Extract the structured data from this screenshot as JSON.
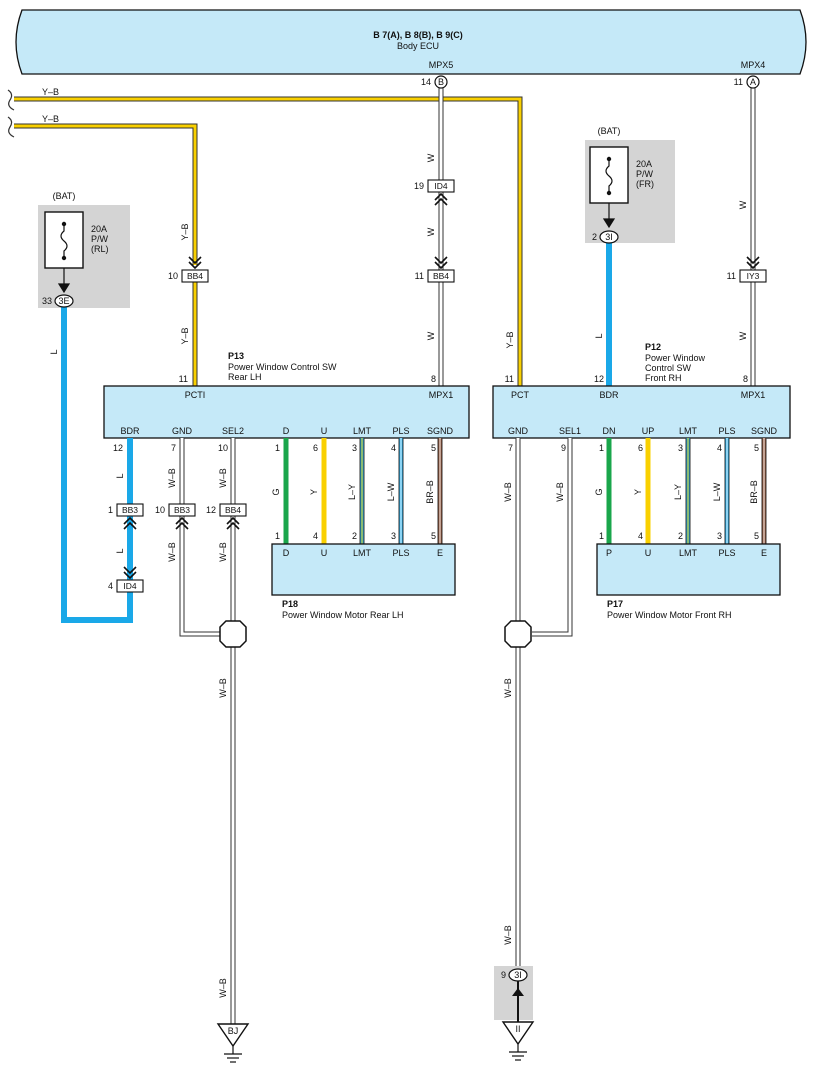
{
  "ecu": {
    "title": "B 7(A), B 8(B), B 9(C)",
    "subtitle": "Body ECU",
    "terminals": [
      {
        "name": "MPX5",
        "pin": "14",
        "connector": "B"
      },
      {
        "name": "MPX4",
        "pin": "11",
        "connector": "A"
      }
    ]
  },
  "wire_colors": {
    "Y-B": "#f9d000",
    "L": "#1aa8e8",
    "G": "#1aa64b",
    "Y": "#f9d000",
    "BR-B": "#8b4a2b",
    "W": "#ffffff",
    "W-B": "#ffffff"
  },
  "top_wires": [
    "Y–B",
    "Y–B"
  ],
  "fuses": [
    {
      "id": "fuse-rl",
      "source": "(BAT)",
      "rating": "20A",
      "name": "P/W",
      "sub": "(RL)",
      "pin": "33",
      "connector": "3E"
    },
    {
      "id": "fuse-fr",
      "source": "(BAT)",
      "rating": "20A",
      "name": "P/W",
      "sub": "(FR)",
      "pin": "2",
      "connector": "3I"
    }
  ],
  "connectors": {
    "id4_top": {
      "pin": "19",
      "label": "ID4"
    },
    "bb4_mid": {
      "pin": "11",
      "label": "BB4"
    },
    "bb4_left": {
      "pin": "10",
      "label": "BB4"
    },
    "iy3": {
      "pin": "11",
      "label": "IY3"
    },
    "bb3_a": {
      "pin": "1",
      "label": "BB3"
    },
    "id4_low": {
      "pin": "4",
      "label": "ID4"
    },
    "bb3_b": {
      "pin": "10",
      "label": "BB3"
    },
    "bb4_c": {
      "pin": "12",
      "label": "BB4"
    },
    "ground_right": {
      "pin": "9",
      "label": "3I"
    }
  },
  "wire_labels": {
    "w": "W",
    "yb": "Y–B",
    "l": "L",
    "wb": "W–B",
    "g": "G",
    "y": "Y",
    "ly": "L–Y",
    "lw": "L–W",
    "brb": "BR–B"
  },
  "p13": {
    "id": "P13",
    "name1": "Power Window Control SW",
    "name2": "Rear LH",
    "top_terminals": [
      {
        "name": "PCTI",
        "pin": "11"
      },
      {
        "name": "MPX1",
        "pin": "8"
      }
    ],
    "bottom_terminals": [
      {
        "name": "BDR",
        "pin": "12"
      },
      {
        "name": "GND",
        "pin": "7"
      },
      {
        "name": "SEL2",
        "pin": "10"
      },
      {
        "name": "D",
        "pin": "1"
      },
      {
        "name": "U",
        "pin": "6"
      },
      {
        "name": "LMT",
        "pin": "3"
      },
      {
        "name": "PLS",
        "pin": "4"
      },
      {
        "name": "SGND",
        "pin": "5"
      }
    ]
  },
  "p18": {
    "id": "P18",
    "name": "Power Window Motor Rear LH",
    "terminals": [
      {
        "name": "D",
        "pin": "1"
      },
      {
        "name": "U",
        "pin": "4"
      },
      {
        "name": "LMT",
        "pin": "2"
      },
      {
        "name": "PLS",
        "pin": "3"
      },
      {
        "name": "E",
        "pin": "5"
      }
    ]
  },
  "p12": {
    "id": "P12",
    "name1": "Power Window",
    "name2": "Control SW",
    "name3": "Front RH",
    "top_terminals": [
      {
        "name": "PCT",
        "pin": "11"
      },
      {
        "name": "BDR",
        "pin": "12"
      },
      {
        "name": "MPX1",
        "pin": "8"
      }
    ],
    "bottom_terminals": [
      {
        "name": "GND",
        "pin": "7"
      },
      {
        "name": "SEL1",
        "pin": "9"
      },
      {
        "name": "DN",
        "pin": "1"
      },
      {
        "name": "UP",
        "pin": "6"
      },
      {
        "name": "LMT",
        "pin": "3"
      },
      {
        "name": "PLS",
        "pin": "4"
      },
      {
        "name": "SGND",
        "pin": "5"
      }
    ]
  },
  "p17": {
    "id": "P17",
    "name": "Power Window Motor Front RH",
    "terminals": [
      {
        "name": "P",
        "pin": "1"
      },
      {
        "name": "U",
        "pin": "4"
      },
      {
        "name": "LMT",
        "pin": "2"
      },
      {
        "name": "PLS",
        "pin": "3"
      },
      {
        "name": "E",
        "pin": "5"
      }
    ]
  },
  "grounds": [
    {
      "id": "ground-bj",
      "label": "BJ"
    },
    {
      "id": "ground-ii",
      "label": "II"
    }
  ]
}
